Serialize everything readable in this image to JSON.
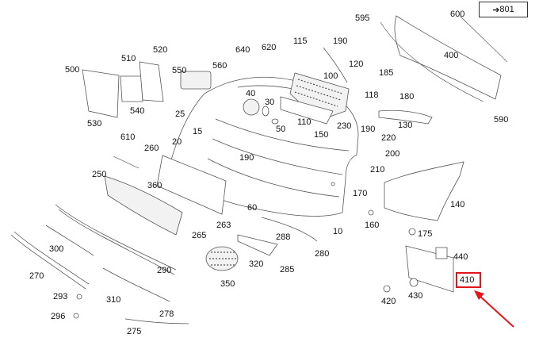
{
  "reference": {
    "arrow": "➔",
    "page": "801"
  },
  "highlight_color": "#e0161b",
  "callouts": {
    "p10": "10",
    "p15": "15",
    "p20": "20",
    "p25": "25",
    "p30": "30",
    "p40": "40",
    "p50": "50",
    "p60": "60",
    "p100": "100",
    "p110": "110",
    "p115": "115",
    "p118": "118",
    "p120": "120",
    "p130": "130",
    "p140": "140",
    "p150": "150",
    "p160": "160",
    "p170": "170",
    "p175": "175",
    "p180": "180",
    "p185": "185",
    "p190a": "190",
    "p190b": "190",
    "p190c": "190",
    "p200": "200",
    "p210": "210",
    "p220": "220",
    "p230": "230",
    "p250": "250",
    "p260": "260",
    "p263": "263",
    "p265": "265",
    "p270": "270",
    "p275": "275",
    "p278": "278",
    "p280": "280",
    "p285": "285",
    "p288": "288",
    "p290": "290",
    "p293": "293",
    "p296": "296",
    "p300": "300",
    "p310": "310",
    "p320": "320",
    "p350": "350",
    "p360": "360",
    "p400": "400",
    "p410": "410",
    "p420": "420",
    "p430": "430",
    "p440": "440",
    "p500": "500",
    "p510": "510",
    "p520": "520",
    "p530": "530",
    "p540": "540",
    "p550": "550",
    "p560": "560",
    "p590": "590",
    "p595": "595",
    "p600": "600",
    "p610": "610",
    "p620": "620",
    "p640": "640"
  }
}
